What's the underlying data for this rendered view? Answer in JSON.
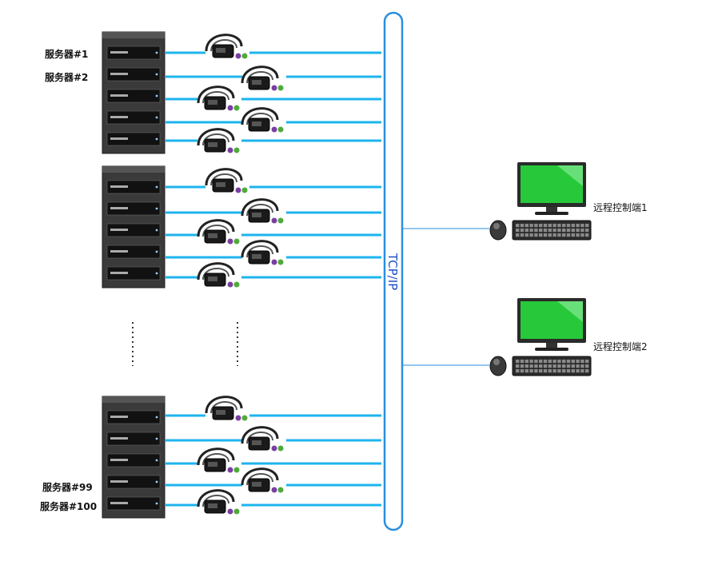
{
  "bus": {
    "label": "TCP/IP"
  },
  "servers": {
    "first": "服务器#1",
    "second": "服务器#2",
    "ninety_ninth": "服务器#99",
    "hundredth": "服务器#100"
  },
  "terminals": [
    {
      "label": "远程控制端1"
    },
    {
      "label": "远程控制端2"
    }
  ],
  "colors": {
    "cable": "#1eb4ee",
    "bus_stroke": "#2a8fe0",
    "bus_text": "#1e4fc4",
    "rack": "#3a3a3a",
    "screen": "#27c93a"
  },
  "icons": [
    "server-rack-icon",
    "kvm-adapter-icon",
    "monitor-icon",
    "keyboard-icon",
    "mouse-icon"
  ]
}
